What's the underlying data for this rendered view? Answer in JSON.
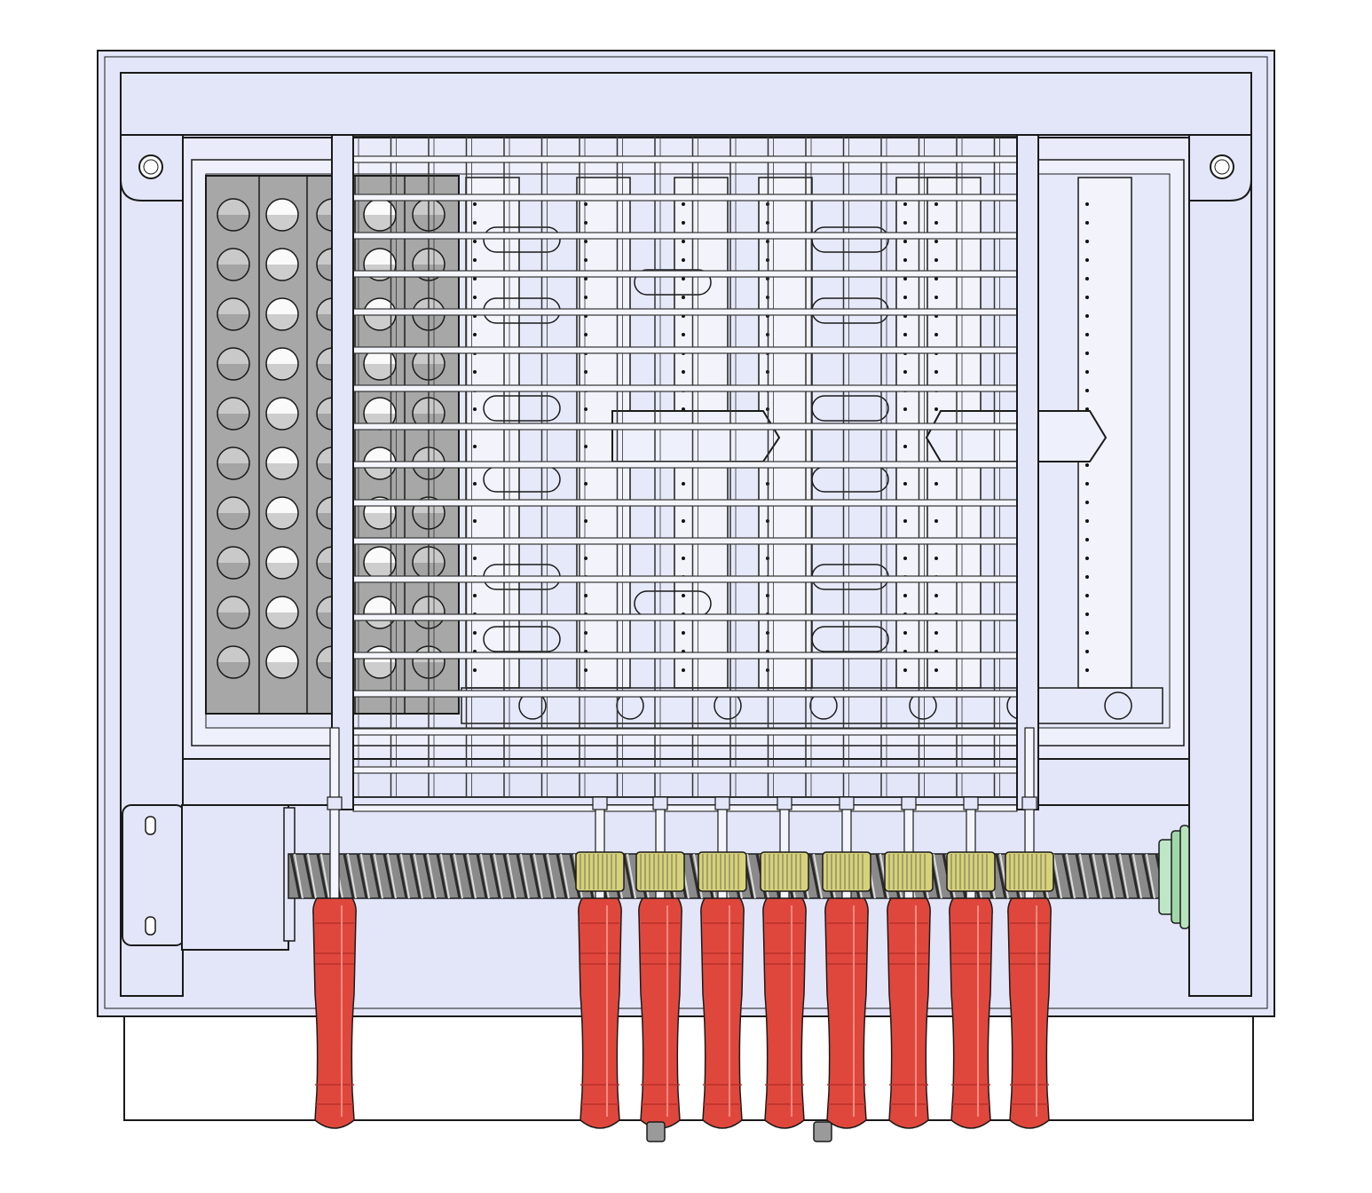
{
  "drawing": {
    "view": "front",
    "description_visible_text": "",
    "valve_handle_count": 9,
    "burner_tube_count": 7,
    "grate_bar_count": 18
  },
  "colors": {
    "frame_fill": "#e3e6f8",
    "frame_stroke": "#1a1a1a",
    "tray_gray": "#a7a7a7",
    "handle_red": "#e0473c",
    "handle_red_dark": "#b8302a",
    "nut_yellow": "#d6d27a",
    "fitting_green": "#9fd8a8",
    "screw_gray": "#8a8a8a",
    "tube_light": "#f2f3fb",
    "grate_line": "#333333"
  },
  "parts": {
    "outer_frame": "outer-frame",
    "top_rail": "top-rail",
    "left_post": "left-post",
    "right_post": "right-post",
    "perforated_tray": "perforated-tray",
    "grate": "cooking-grate",
    "gas_manifold": "gas-manifold",
    "threaded_rod": "threaded-rod",
    "end_fitting": "end-fitting",
    "motor_box": "motor-box",
    "base_plate": "base-plate"
  }
}
